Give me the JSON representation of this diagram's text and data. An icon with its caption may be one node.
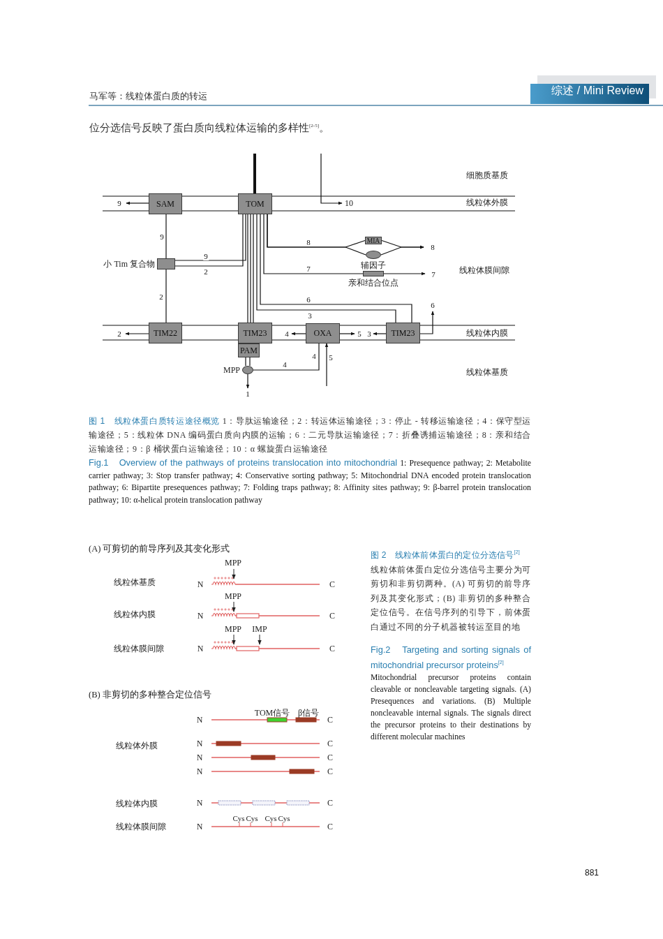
{
  "diagram": {
    "nodes": [
      {
        "text": [
          "SAM"
        ]
      },
      {
        "text": [
          "TOM"
        ]
      },
      {
        "text": [
          "小 Tim 复合物"
        ]
      },
      {
        "text": [
          "MIA"
        ]
      },
      {
        "text": [
          "辅因子"
        ]
      },
      {
        "text": [
          "亲和结合位点"
        ]
      },
      {
        "text": [
          "TIM22"
        ]
      },
      {
        "text": [
          "TIM23"
        ]
      },
      {
        "text": [
          "PAM"
        ]
      },
      {
        "text": [
          "OXA"
        ]
      },
      {
        "text": [
          "TIM23"
        ]
      },
      {
        "text": [
          "MPP"
        ]
      }
    ],
    "edges": [
      {
        "from": null,
        "to": 1,
        "arrow": "none",
        "style": "thick"
      },
      {
        "from": 0,
        "to": null,
        "arrow": "to",
        "label": "9"
      },
      {
        "from": 2,
        "to": 0,
        "arrow": "none",
        "label": "9"
      },
      {
        "from": 1,
        "to": 2,
        "arrow": "none",
        "label": "9"
      },
      {
        "from": 1,
        "to": 2,
        "arrow": "none",
        "label": "2"
      },
      {
        "from": 2,
        "to": 6,
        "arrow": "none",
        "label": "2"
      },
      {
        "from": 6,
        "to": null,
        "arrow": "to",
        "label": "2"
      },
      {
        "from": 1,
        "to": 3,
        "arrow": "none",
        "label": "8"
      },
      {
        "from": 1,
        "to": 4,
        "arrow": "none"
      },
      {
        "from": 3,
        "to": null,
        "arrow": "to",
        "label": "8"
      },
      {
        "from": 4,
        "to": null,
        "arrow": "to"
      },
      {
        "from": 1,
        "to": 5,
        "arrow": "none",
        "label": "7"
      },
      {
        "from": 5,
        "to": null,
        "arrow": "to",
        "label": "7"
      },
      {
        "from": 1,
        "to": 10,
        "arrow": "none",
        "label": "6"
      },
      {
        "from": 1,
        "to": 10,
        "arrow": "none",
        "label": "3"
      },
      {
        "from": 10,
        "to": null,
        "arrow": "to",
        "label": "6"
      },
      {
        "from": 10,
        "to": null,
        "arrow": "to",
        "label": "3"
      },
      {
        "from": 1,
        "to": 7,
        "arrow": "none"
      },
      {
        "from": 8,
        "to": 11,
        "arrow": "none"
      },
      {
        "from": 11,
        "to": null,
        "arrow": "to",
        "label": "1"
      },
      {
        "from": 11,
        "to": 9,
        "arrow": "none",
        "label": "4"
      },
      {
        "from": 9,
        "to": null,
        "arrow": "to",
        "label": "4"
      },
      {
        "from": 9,
        "to": null,
        "arrow": "to",
        "label": "5"
      },
      {
        "from": null,
        "to": 9,
        "arrow": "to",
        "label": "5"
      }
    ],
    "labels": [
      "马军等：线粒体蛋白质的转运",
      "综述 / Mini Review",
      "位分选信号反映了蛋白质向线粒体运输的多样性$^{[2-5]}$。",
      "细胞质基质",
      "10",
      "线粒体外膜",
      "线粒体膜间隙",
      "线粒体内膜",
      "4",
      "线粒体基质",
      "图 1　线粒体蛋白质转运途径概览",
      "1：导肽运输途径；2：转运体运输途径；3：停止 - 转移运输途径；4：保守型运输途径；5：线粒体 DNA 编码蛋白质向内膜的运输；6：二元导肽运输途径；7：折叠诱捕运输途径；8：亲和结合运输途径；9：β 桶状蛋白运输途径；10：α 螺旋蛋白运输途径",
      "Fig.1　Overview of the pathways of proteins translocation into mitochondrial",
      "1: Presequence pathway; 2: Metabolite carrier pathway; 3: Stop transfer pathway; 4: Conservative sorting pathway; 5: Mitochondrial DNA encoded protein translocation pathway; 6: Bipartite presequences pathway; 7: Folding traps pathway; 8: Affinity sites pathway; 9: β-barrel protein translocation pathway; 10: α-helical protein translocation pathway",
      "(A) 可剪切的前导序列及其变化形式",
      "MPP",
      "线粒体基质",
      "N",
      "C",
      "MPP",
      "线粒体内膜",
      "N",
      "C",
      "MPP",
      "IMP",
      "线粒体膜间隙",
      "N",
      "C",
      "(B) 非剪切的多种整合定位信号",
      "TOM信号",
      "β信号",
      "N",
      "C",
      "线粒体外膜",
      "N",
      "C",
      "N",
      "C",
      "N",
      "C",
      "线粒体内膜",
      "N",
      "C",
      "Cys",
      "Cys",
      "Cys",
      "Cys",
      "线粒体膜间隙",
      "N",
      "C",
      "图 2　线粒体前体蛋白的定位分选信号$^{[2]}$",
      "线粒体前体蛋白定位分选信号主要分为可剪切和非剪切两种。(A) 可剪切的前导序列及其变化形式；(B) 非剪切的多种整合定位信号。在信号序列的引导下，前体蛋白通过不同的分子机器被转运至目的地",
      "Fig.2　Targeting and sorting signals of mitochondrial precursor proteins$^{[2]}$",
      "Mitochondrial precursor proteins contain cleavable or noncleavable targeting signals. (A) Presequences and variations. (B) Multiple noncleavable internal signals. The signals direct the precursor proteins to their destinations by different molecular machines",
      "881"
    ]
  }
}
